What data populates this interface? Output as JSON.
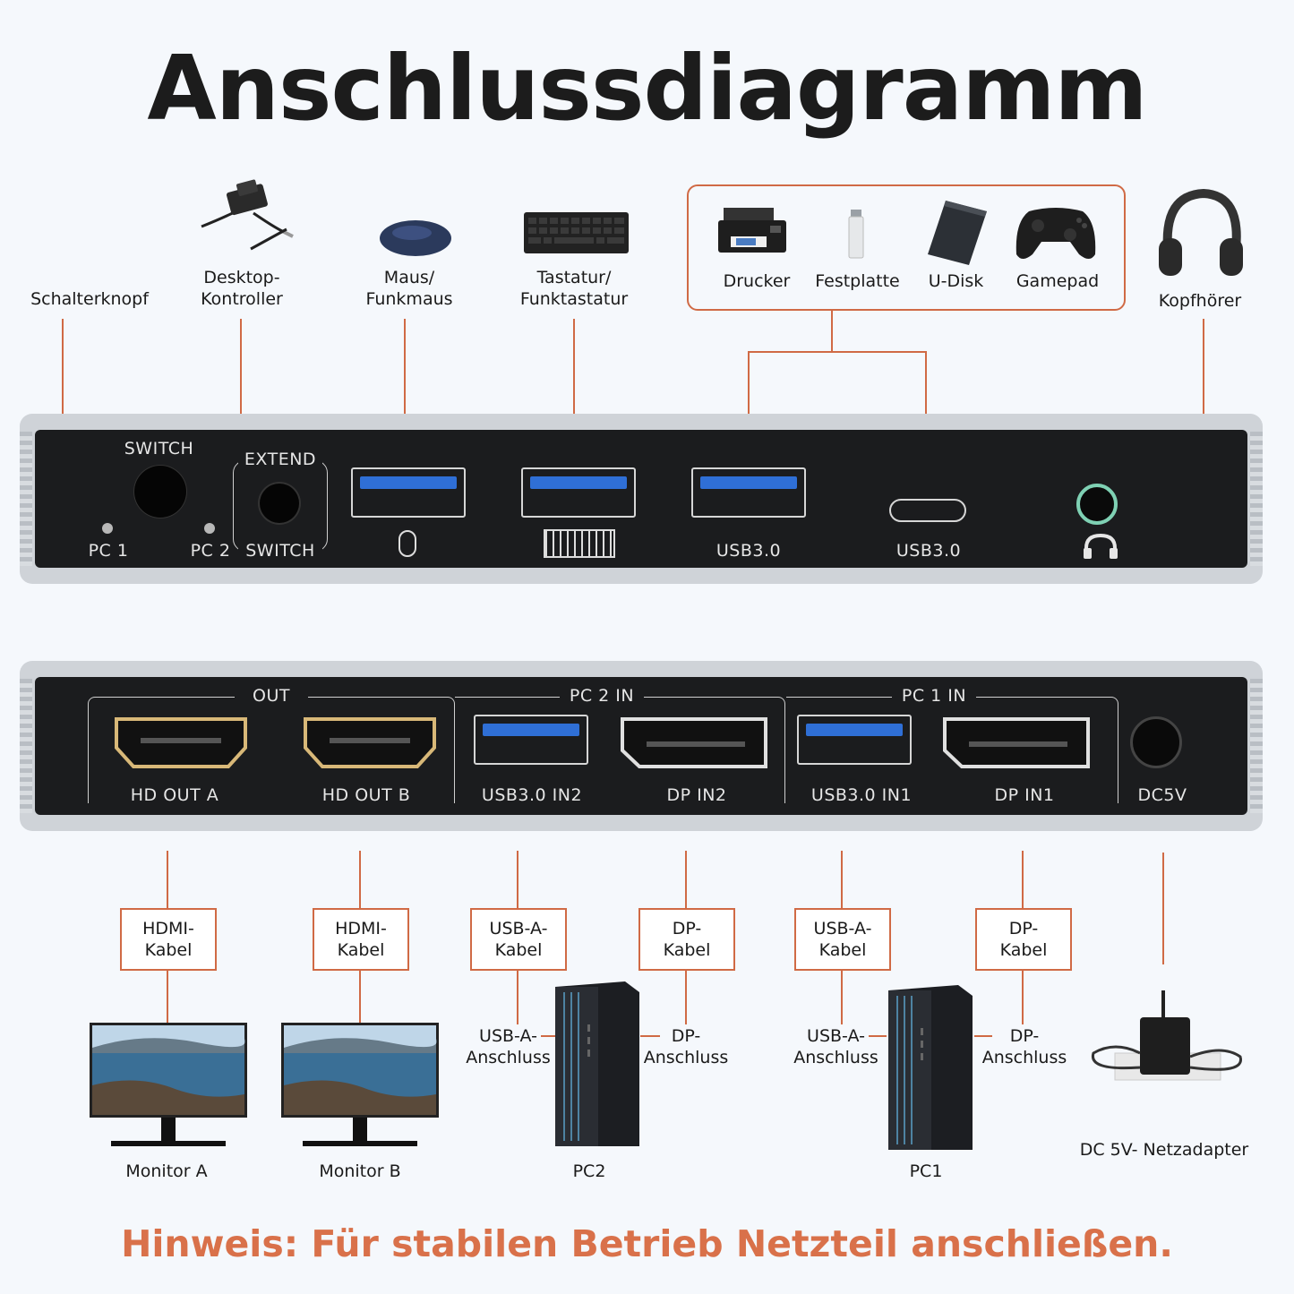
{
  "title": "Anschlussdiagramm",
  "top_labels": {
    "switch_button": "Schalterknopf",
    "desktop_controller": "Desktop-\nKontroller",
    "mouse": "Maus/\nFunkmaus",
    "keyboard": "Tastatur/\nFunktastatur",
    "printer": "Drucker",
    "hdd": "Festplatte",
    "udisk": "U-Disk",
    "gamepad": "Gamepad",
    "headphones": "Kopfhörer"
  },
  "front_panel": {
    "switch": "SWITCH",
    "pc1": "PC 1",
    "pc2": "PC 2",
    "extend": "EXTEND",
    "extend_switch": "SWITCH",
    "usb_a": "USB3.0",
    "usb_c": "USB3.0"
  },
  "back_panel": {
    "out": "OUT",
    "pc2_in": "PC 2 IN",
    "pc1_in": "PC 1 IN",
    "hd_out_a": "HD OUT A",
    "hd_out_b": "HD OUT B",
    "usb_in2": "USB3.0 IN2",
    "dp_in2": "DP IN2",
    "usb_in1": "USB3.0 IN1",
    "dp_in1": "DP IN1",
    "dc5v": "DC5V"
  },
  "cables": {
    "hdmi_a": "HDMI-\nKabel",
    "hdmi_b": "HDMI-\nKabel",
    "usba_2": "USB-A-\nKabel",
    "dp_2": "DP-\nKabel",
    "usba_1": "USB-A-\nKabel",
    "dp_1": "DP-\nKabel"
  },
  "ports_side": {
    "usb_anschluss_2": "USB-A-\nAnschluss",
    "dp_anschluss_2": "DP-\nAnschluss",
    "usb_anschluss_1": "USB-A-\nAnschluss",
    "dp_anschluss_1": "DP-\nAnschluss"
  },
  "bottom_labels": {
    "monitor_a": "Monitor A",
    "monitor_b": "Monitor B",
    "pc2": "PC2",
    "pc1": "PC1",
    "adapter": "DC 5V- Netzadapter"
  },
  "note": "Hinweis: Für stabilen Betrieb Netzteil anschließen.",
  "colors": {
    "accent": "#d06a45",
    "note": "#d9714a",
    "usb_blue": "#2f6fd6",
    "hdmi_gold": "#d8b878",
    "panel": "#1b1c1e",
    "shell": "#cfd3d8"
  }
}
